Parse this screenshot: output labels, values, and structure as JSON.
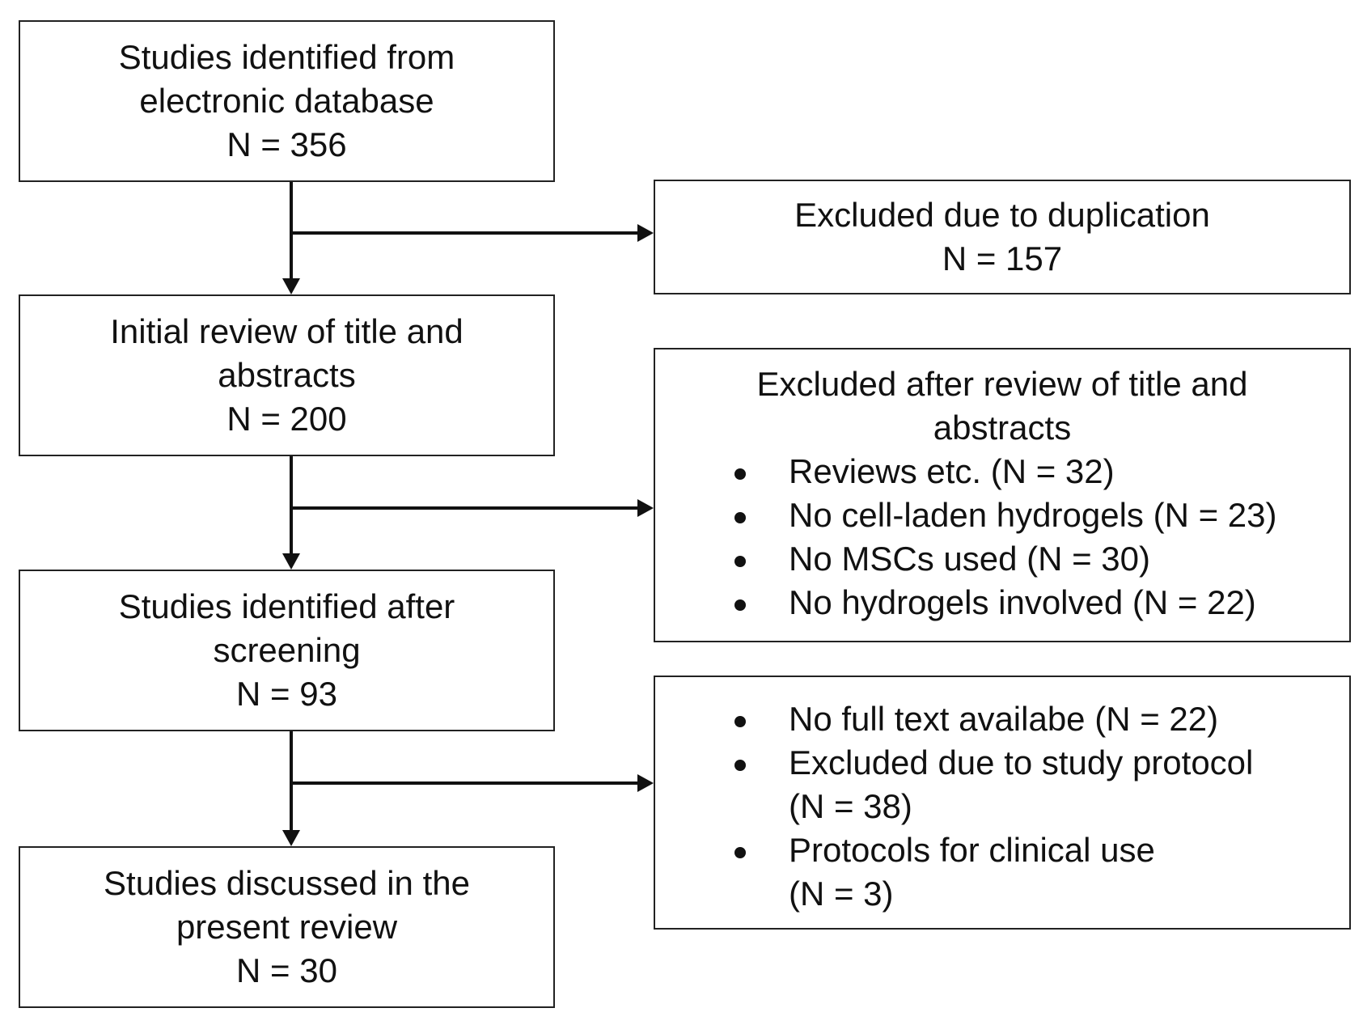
{
  "flow": {
    "boxes": [
      {
        "id": "identified",
        "lines": [
          "Studies identified from",
          "electronic database",
          "N = 356"
        ]
      },
      {
        "id": "initial-review",
        "lines": [
          "Initial review of title and",
          "abstracts",
          "N = 200"
        ]
      },
      {
        "id": "after-screening",
        "lines": [
          "Studies identified after",
          "screening",
          "N = 93"
        ]
      },
      {
        "id": "discussed",
        "lines": [
          "Studies discussed in the",
          "present review",
          "N = 30"
        ]
      }
    ]
  },
  "exclusions": {
    "duplication": {
      "lines": [
        "Excluded due to duplication",
        "N = 157"
      ]
    },
    "title_abstract": {
      "title_lines": [
        "Excluded after review of title and",
        "abstracts"
      ],
      "items": [
        "Reviews etc. (N = 32)",
        "No cell-laden hydrogels (N = 23)",
        "No MSCs used (N = 30)",
        "No hydrogels involved (N = 22)"
      ]
    },
    "full_text": {
      "items": [
        "No full text availabe (N = 22)",
        "Excluded due to study protocol\n(N = 38)",
        "Protocols for clinical use\n(N = 3)"
      ]
    }
  },
  "colors": {
    "line": "#111111",
    "border": "#222222",
    "background": "#ffffff"
  }
}
